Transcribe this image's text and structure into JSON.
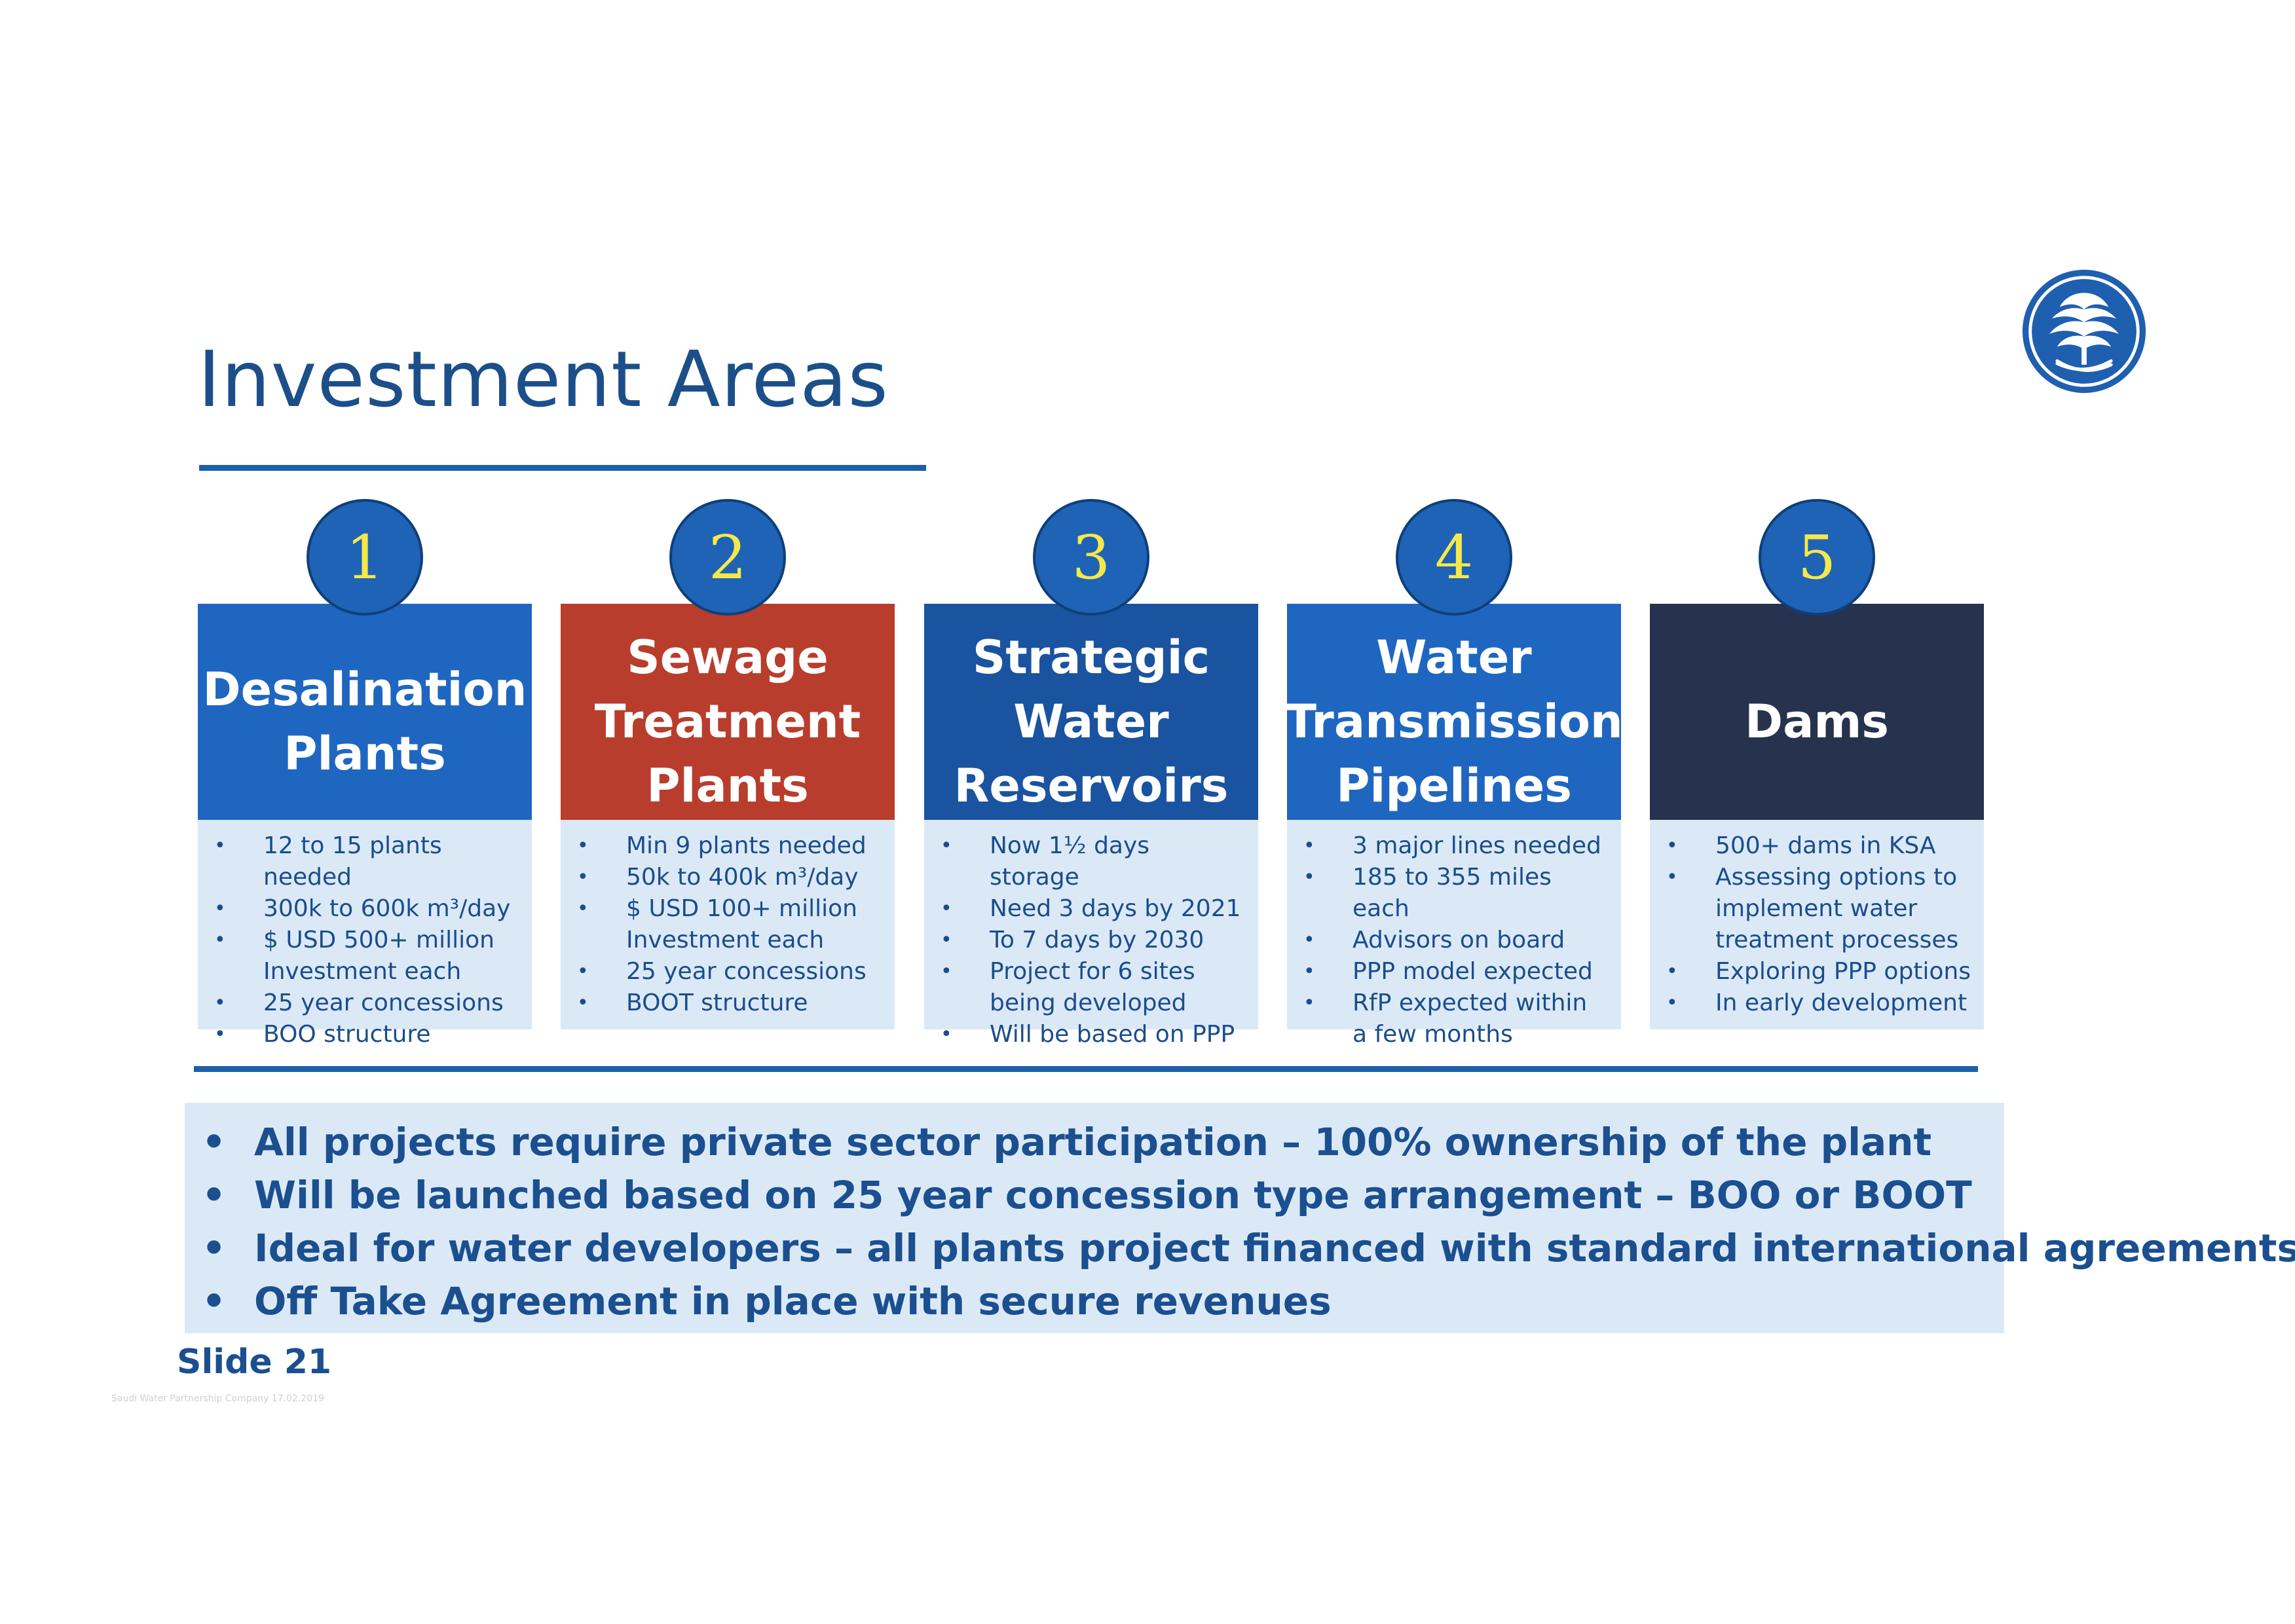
{
  "title": "Investment Areas",
  "colors": {
    "title": "#1c4f8a",
    "accent": "#1d5fa8",
    "light_panel": "#dbe9f7",
    "number_text": "#f5e84a"
  },
  "areas": [
    {
      "number": "1",
      "heading": "Desalination\nPlants",
      "color": "#1f66c1",
      "bullets": [
        "12 to 15 plants needed",
        "300k to 600k m³/day",
        "$ USD 500+ million Investment each",
        "25 year concessions",
        "BOO structure"
      ]
    },
    {
      "number": "2",
      "heading": "Sewage\nTreatment\nPlants",
      "color": "#b83d2c",
      "bullets": [
        "Min 9 plants needed",
        "50k to 400k m³/day",
        "$ USD 100+ million Investment each",
        "25 year concessions",
        "BOOT structure"
      ]
    },
    {
      "number": "3",
      "heading": "Strategic\nWater\nReservoirs",
      "color": "#1a53a0",
      "bullets": [
        "Now 1½ days storage",
        "Need 3 days by 2021",
        "To 7 days by 2030",
        "Project for 6 sites being developed",
        "Will be based on PPP"
      ]
    },
    {
      "number": "4",
      "heading": "Water\nTransmission\nPipelines",
      "color": "#1f66c1",
      "bullets": [
        "3 major lines needed",
        "185 to 355 miles each",
        "Advisors on board",
        "PPP model expected",
        "RfP expected within a few months"
      ]
    },
    {
      "number": "5",
      "heading": "Dams",
      "color": "#27324f",
      "bullets": [
        "500+ dams in KSA",
        "Assessing options to implement water treatment processes",
        "Exploring PPP options",
        "In early development"
      ]
    }
  ],
  "summary": [
    "All projects require private sector participation – 100% ownership of the plant",
    "Will be launched based on 25 year concession type arrangement – BOO or BOOT",
    "Ideal for water developers – all plants project financed with standard international agreements",
    "Off Take Agreement in place with secure revenues"
  ],
  "slide_number": "Slide 21",
  "footer": "Saudi Water Partnership Company  17.02.2019",
  "logo_icon": "palm-tree-swords-emblem"
}
